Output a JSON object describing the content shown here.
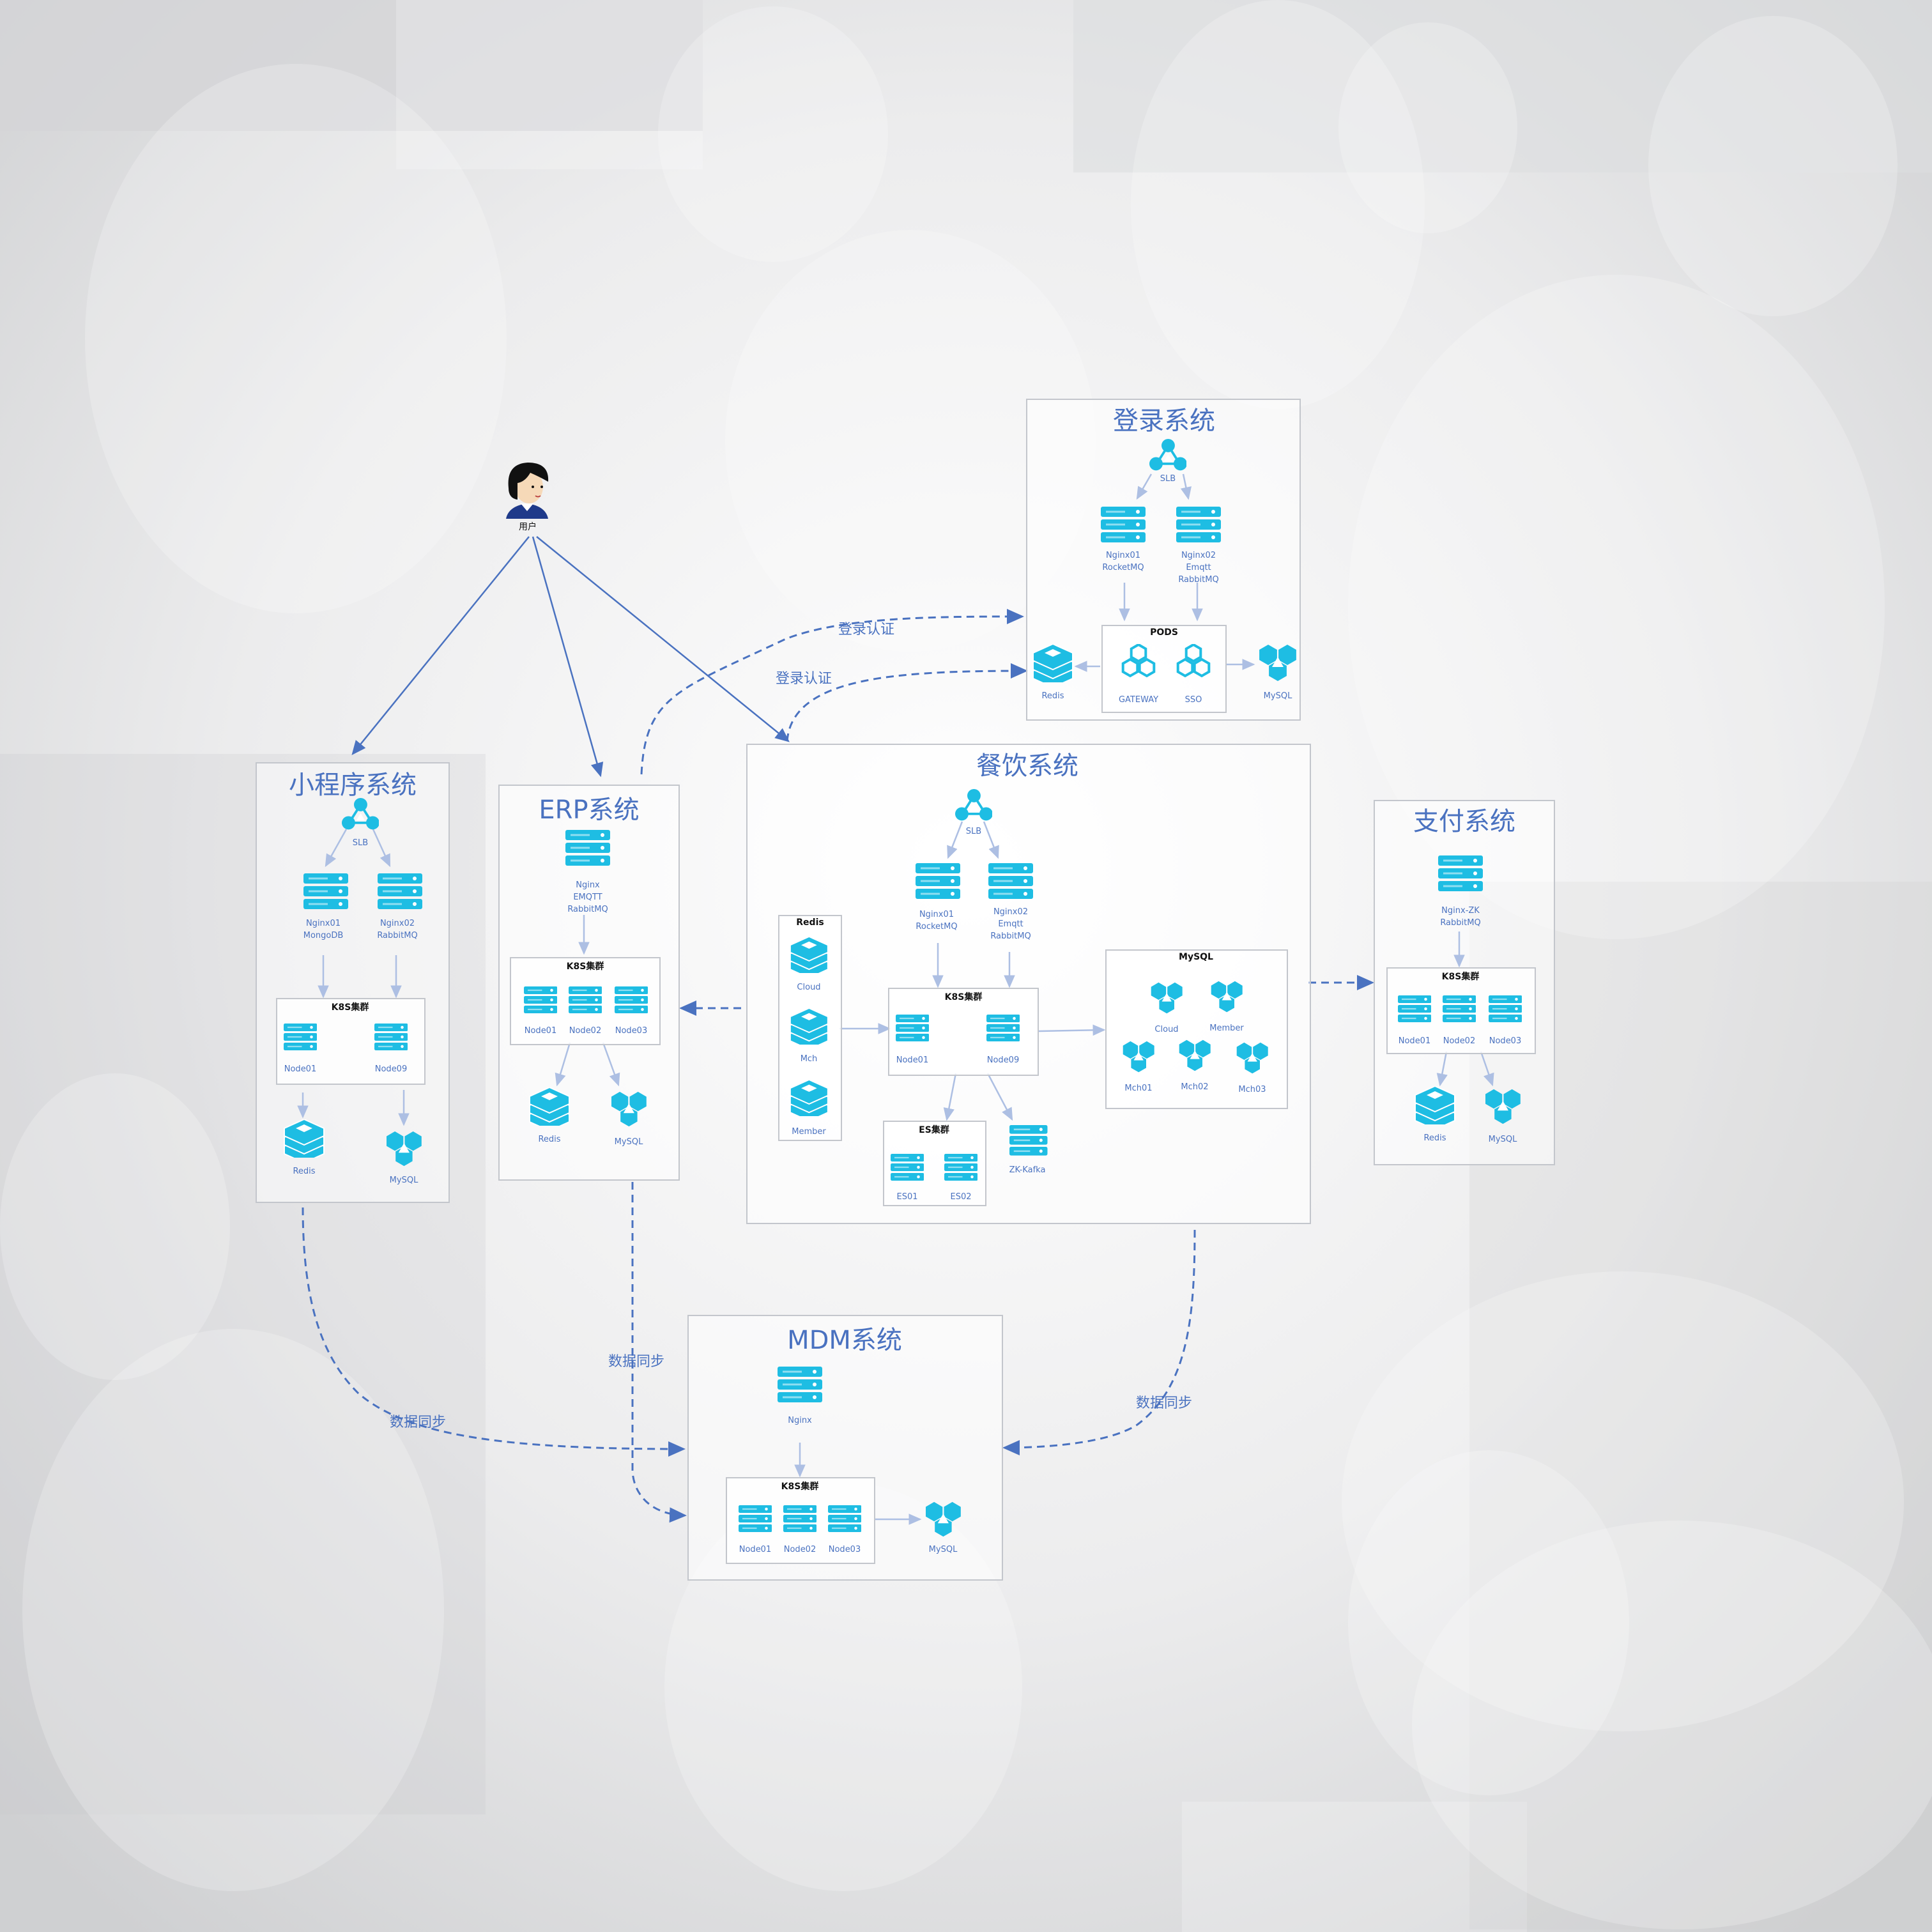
{
  "user": {
    "label": "用户"
  },
  "edge_labels": {
    "login_auth_1": "登录认证",
    "login_auth_2": "登录认证",
    "data_sync_mini": "数据同步",
    "data_sync_erp": "数据同步",
    "data_sync_catering": "数据同步"
  },
  "login": {
    "title": "登录系统",
    "slb": "SLB",
    "nginx01": "Nginx01\nRocketMQ",
    "nginx02": "Nginx02\nEmqtt\nRabbitMQ",
    "pods_title": "PODS",
    "gateway": "GATEWAY",
    "sso": "SSO",
    "redis": "Redis",
    "mysql": "MySQL"
  },
  "mini": {
    "title": "小程序系统",
    "slb": "SLB",
    "nginx01": "Nginx01\nMongoDB",
    "nginx02": "Nginx02\nRabbitMQ",
    "k8s_title": "K8S集群",
    "node01": "Node01",
    "node09": "Node09",
    "redis": "Redis",
    "mysql": "MySQL"
  },
  "erp": {
    "title": "ERP系统",
    "nginx": "Nginx\nEMQTT\nRabbitMQ",
    "k8s_title": "K8S集群",
    "node01": "Node01",
    "node02": "Node02",
    "node03": "Node03",
    "redis": "Redis",
    "mysql": "MySQL"
  },
  "catering": {
    "title": "餐饮系统",
    "slb": "SLB",
    "nginx01": "Nginx01\nRocketMQ",
    "nginx02": "Nginx02\nEmqtt\nRabbitMQ",
    "redis_title": "Redis",
    "redis_cloud": "Cloud",
    "redis_mch": "Mch",
    "redis_member": "Member",
    "k8s_title": "K8S集群",
    "node01": "Node01",
    "node09": "Node09",
    "es_title": "ES集群",
    "es01": "ES01",
    "es02": "ES02",
    "kafka": "ZK-Kafka",
    "mysql_title": "MySQL",
    "mysql_cloud": "Cloud",
    "mysql_member": "Member",
    "mch01": "Mch01",
    "mch02": "Mch02",
    "mch03": "Mch03"
  },
  "pay": {
    "title": "支付系统",
    "nginx": "Nginx-ZK\nRabbitMQ",
    "k8s_title": "K8S集群",
    "node01": "Node01",
    "node02": "Node02",
    "node03": "Node03",
    "redis": "Redis",
    "mysql": "MySQL"
  },
  "mdm": {
    "title": "MDM系统",
    "nginx": "Nginx",
    "k8s_title": "K8S集群",
    "node01": "Node01",
    "node02": "Node02",
    "node03": "Node03",
    "mysql": "MySQL"
  },
  "colors": {
    "icon": "#1ebde3",
    "text": "#4a72c0",
    "line": "#4a72c0"
  }
}
